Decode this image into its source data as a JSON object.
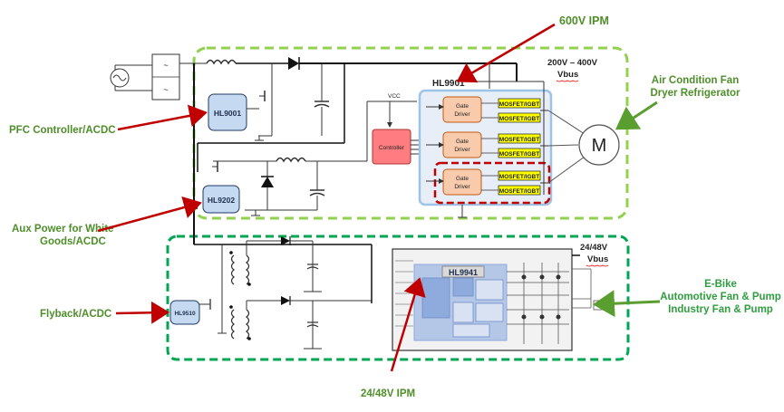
{
  "labels": {
    "ipm600": "600V IPM",
    "hl9901": "HL9901",
    "vbus_high_1": "200V – 400V",
    "vbus_high_2": "Vbus",
    "air_1": "Air Condition Fan",
    "air_2": "Dryer Refrigerator",
    "pfc": "PFC Controller/ACDC",
    "aux_1": "Aux Power for White",
    "aux_2": "Goods/ACDC",
    "flyback": "Flyback/ACDC",
    "vbus_low_1": "24/48V",
    "vbus_low_2": "Vbus",
    "ebike_1": "E-Bike",
    "ebike_2": "Automotive Fan & Pump",
    "ebike_3": "Industry Fan & Pump",
    "ipm24": "24/48V IPM"
  },
  "chips": {
    "hl9001": "HL9001",
    "hl9202": "HL9202",
    "hl9510": "HL9510",
    "hl9941": "HL9941",
    "controller": "Controller",
    "vcc": "VCC",
    "gate_driver_1": "Gate",
    "gate_driver_2": "Driver",
    "mosfet": "MOSFET/IGBT",
    "motor": "M"
  },
  "colors": {
    "green_label": "#4e8f2a",
    "dash_green_high": "#92d050",
    "dash_green_low": "#00a651",
    "arrow_red": "#c00000",
    "arrow_green": "#5a9e2f",
    "chip_fill": "#c5d9f1",
    "controller_fill": "#ff7c80",
    "driver_fill": "#f8cbad",
    "mosfet_fill": "#ffff00",
    "ipm_box": "#9dc3e6",
    "red_dash": "#c00000"
  }
}
